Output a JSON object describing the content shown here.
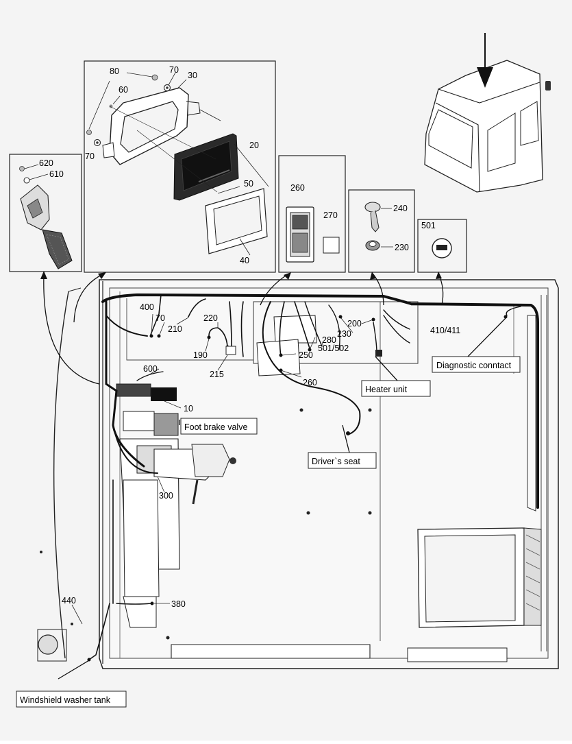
{
  "diagram": {
    "parts": {
      "p80": "80",
      "p70a": "70",
      "p30": "30",
      "p60": "60",
      "p70b": "70",
      "p20": "20",
      "p50": "50",
      "p40": "40",
      "p620": "620",
      "p610": "610",
      "p260top": "260",
      "p270": "270",
      "p240": "240",
      "p230top": "230",
      "p501": "501",
      "p400": "400",
      "p70c": "70",
      "p210": "210",
      "p220": "220",
      "p190": "190",
      "p215": "215",
      "p250": "250",
      "p260": "260",
      "p200": "200",
      "p230": "230",
      "p280": "280",
      "p501502": "501/502",
      "p410411": "410/411",
      "p600": "600",
      "p10": "10",
      "p300": "300",
      "p380": "380",
      "p440": "440"
    },
    "callouts": {
      "diagnostic": "Diagnostic conntact",
      "heater": "Heater unit",
      "foot_brake": "Foot brake valve",
      "drivers_seat": "Driver`s seat",
      "washer_tank": "Windshield washer tank"
    }
  }
}
